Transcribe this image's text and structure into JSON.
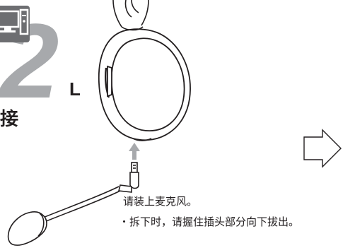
{
  "step": {
    "number_graphic": "2",
    "side_label": "L",
    "connect_label": "接"
  },
  "instructions": {
    "line_1": "请装上麦克风。",
    "line_2": "・拆下时，请握住插头部分向下拔出。"
  },
  "icons": {
    "step_badge": "computer-monitor-icon",
    "insert_arrow": "arrow-up-icon",
    "next_arrow": "arrow-right-outline-icon"
  },
  "colors": {
    "badge": "#6d6e71",
    "number": "#a7a9ac",
    "line_art": "#231f20",
    "arrow_fill": "#a7a9ac"
  }
}
